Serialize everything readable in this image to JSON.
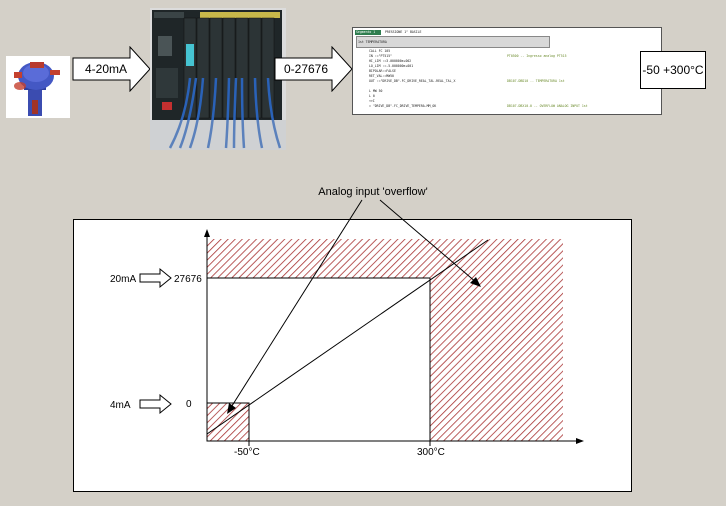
{
  "pipeline": {
    "signal_label": "4-20mA",
    "raw_label": "0-27676",
    "output_label": "-50 +300°C"
  },
  "code_panel": {
    "network_tag": "Segmento 1",
    "network_title": "PRESSIONE 1^ BASILE",
    "header_box": "1st TEMPERATURA",
    "lines": [
      "CALL  FC  105",
      "  IN     :=\"PT515\"",
      "  HI_LIM :=3.000000e+002",
      "  LO_LIM :=-5.000000e+001",
      "  BIPOLAR:=FALSE",
      "  RET_VAL:=MW50",
      "  OUT    :=\"DRIVE_DB\".FC_DRIVE_REAL_TAL.REAL_TAL_X",
      "",
      "  L     MW   50",
      "  L     0",
      "  <>I",
      "  =     \"DRIVE_DB\".FC_DRIVE_TEMPERA.MM_OK"
    ],
    "comments": [
      "PT0500       -- Ingresso analog PT515",
      "DB107.DBD10  -- TEMPERATURA 1st",
      "DB107.DBX10.0 -- OVERFLOW ANALOG INPUT 1st"
    ]
  },
  "chart": {
    "overflow_label": "Analog input 'overflow'",
    "y_ticks": {
      "high": "27676",
      "low": "0"
    },
    "ma_labels": {
      "high": "20mA",
      "low": "4mA"
    },
    "x_ticks": {
      "low": "-50°C",
      "high": "300°C"
    }
  },
  "colors": {
    "background": "#d4d0c8",
    "hatch": "#a83232",
    "plc_body": "#1f2628",
    "wire": "#2a62b8",
    "sensor": "#3c4fb8"
  },
  "icons": {
    "sensor": "temperature-sensor-icon",
    "plc": "plc-rack-icon"
  }
}
